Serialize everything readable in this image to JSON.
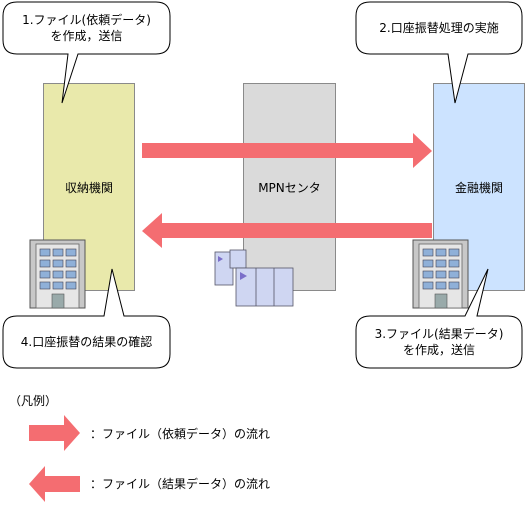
{
  "panels": {
    "left": "収納機関",
    "center": "MPNセンタ",
    "right": "金融機関"
  },
  "callouts": {
    "step1": [
      "1.ファイル(依頼データ)",
      "を作成，送信"
    ],
    "step2": [
      "2.口座振替処理の実施"
    ],
    "step3": [
      "3.ファイル(結果データ)",
      "を作成，送信"
    ],
    "step4": [
      "4.口座振替の結果の確認"
    ]
  },
  "legend": {
    "title": "（凡例）",
    "request_flow": "：ファイル（依頼データ）の流れ",
    "result_flow": "：ファイル（結果データ）の流れ"
  },
  "colors": {
    "arrow": "#f46d71",
    "left_panel": "#e9e9ab",
    "center_panel": "#dadada",
    "right_panel": "#cce3ff",
    "building_window": "#8fb0d8",
    "server": "#cfd6f2"
  },
  "icons": [
    "building-icon",
    "server-icon"
  ]
}
